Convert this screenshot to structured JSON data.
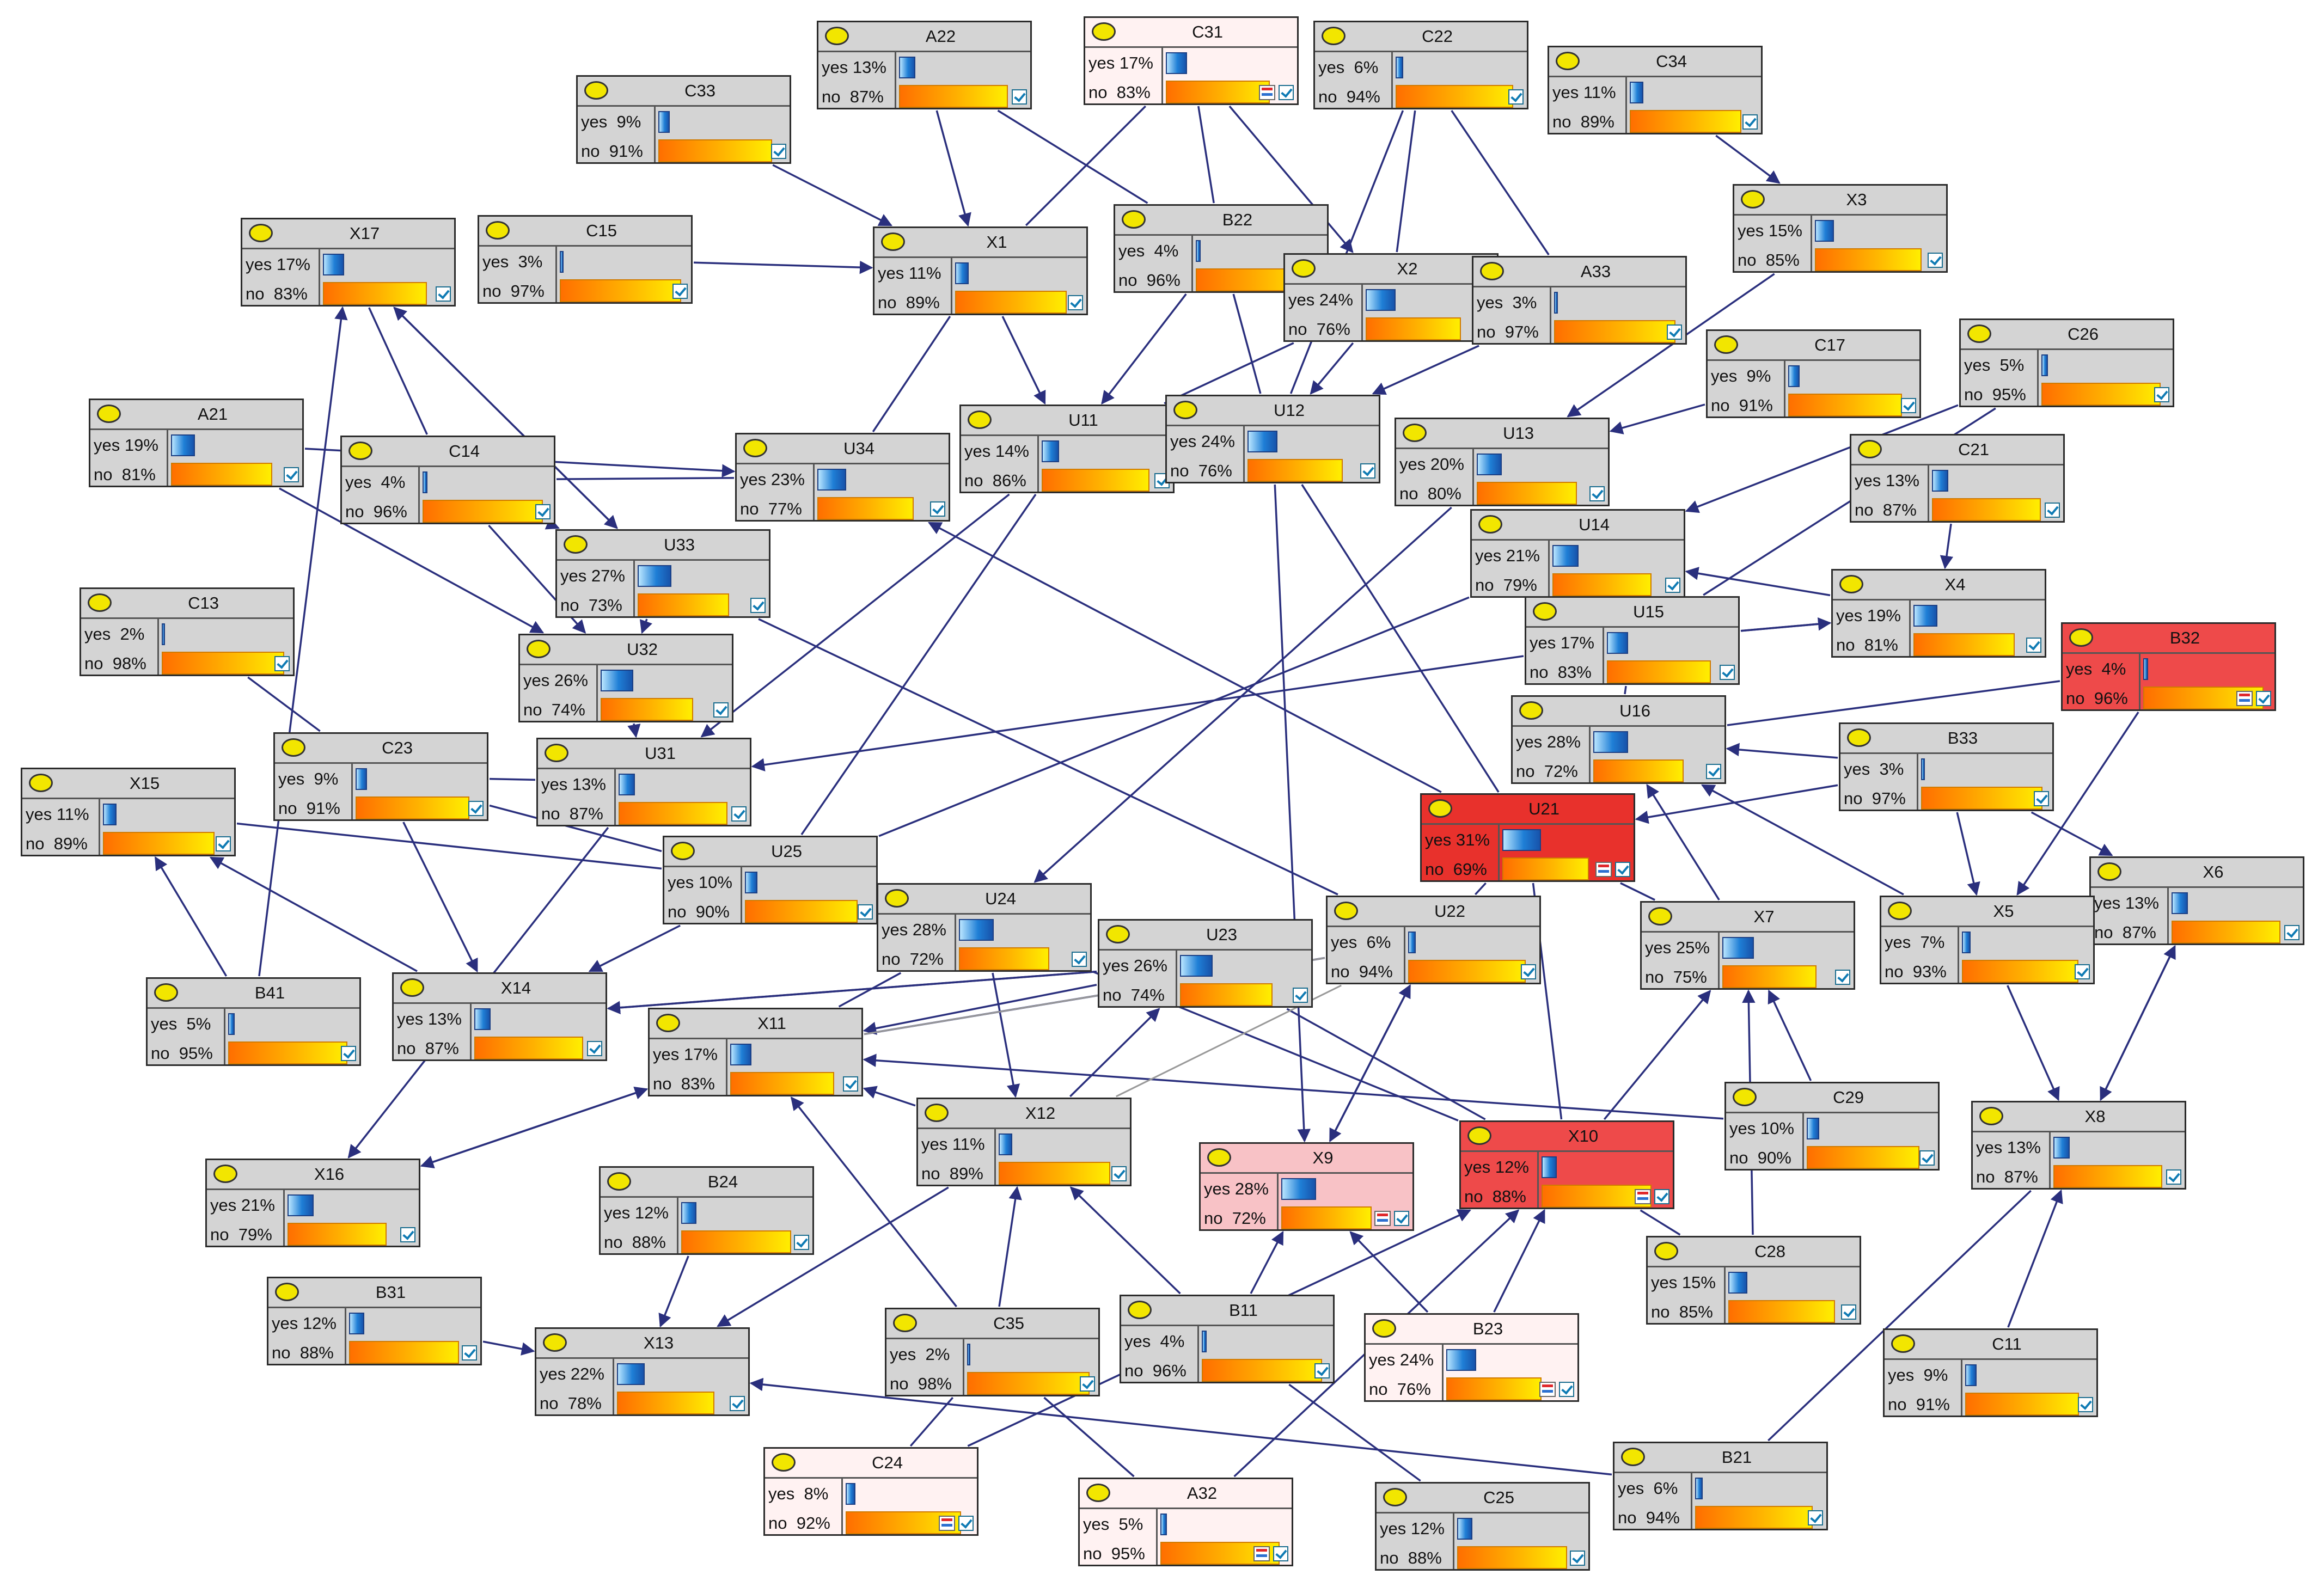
{
  "diagram": {
    "colors": {
      "edge": "#2a2f7d",
      "grey_edge": "#999999",
      "node_default": "#d4d4d4",
      "node_light": "#fff2f2",
      "node_pink": "#f8c2c6",
      "node_red": "#ee4a4a",
      "node_hot": "#e8312c"
    },
    "nodes": [
      {
        "id": "A22",
        "tone": "default",
        "yes": "yes 13%",
        "no": "no  87%",
        "p": 0.13,
        "flag": false
      },
      {
        "id": "C31",
        "tone": "light",
        "yes": "yes 17%",
        "no": "no  83%",
        "p": 0.17,
        "flag": true
      },
      {
        "id": "C22",
        "tone": "default",
        "yes": "yes  6%",
        "no": "no  94%",
        "p": 0.06,
        "flag": false
      },
      {
        "id": "C34",
        "tone": "default",
        "yes": "yes 11%",
        "no": "no  89%",
        "p": 0.11,
        "flag": false
      },
      {
        "id": "C33",
        "tone": "default",
        "yes": "yes  9%",
        "no": "no  91%",
        "p": 0.09,
        "flag": false
      },
      {
        "id": "X3",
        "tone": "default",
        "yes": "yes 15%",
        "no": "no  85%",
        "p": 0.15,
        "flag": false
      },
      {
        "id": "X17",
        "tone": "default",
        "yes": "yes 17%",
        "no": "no  83%",
        "p": 0.17,
        "flag": false
      },
      {
        "id": "C15",
        "tone": "default",
        "yes": "yes  3%",
        "no": "no  97%",
        "p": 0.03,
        "flag": false
      },
      {
        "id": "X1",
        "tone": "default",
        "yes": "yes 11%",
        "no": "no  89%",
        "p": 0.11,
        "flag": false
      },
      {
        "id": "B22",
        "tone": "default",
        "yes": "yes  4%",
        "no": "no  96%",
        "p": 0.04,
        "flag": false
      },
      {
        "id": "X2",
        "tone": "default",
        "yes": "yes 24%",
        "no": "no  76%",
        "p": 0.24,
        "flag": false
      },
      {
        "id": "A33",
        "tone": "default",
        "yes": "yes  3%",
        "no": "no  97%",
        "p": 0.03,
        "flag": false
      },
      {
        "id": "C17",
        "tone": "default",
        "yes": "yes  9%",
        "no": "no  91%",
        "p": 0.09,
        "flag": false
      },
      {
        "id": "C26",
        "tone": "default",
        "yes": "yes  5%",
        "no": "no  95%",
        "p": 0.05,
        "flag": false
      },
      {
        "id": "A21",
        "tone": "default",
        "yes": "yes 19%",
        "no": "no  81%",
        "p": 0.19,
        "flag": false
      },
      {
        "id": "C14",
        "tone": "default",
        "yes": "yes  4%",
        "no": "no  96%",
        "p": 0.04,
        "flag": false
      },
      {
        "id": "U34",
        "tone": "default",
        "yes": "yes 23%",
        "no": "no  77%",
        "p": 0.23,
        "flag": false
      },
      {
        "id": "U11",
        "tone": "default",
        "yes": "yes 14%",
        "no": "no  86%",
        "p": 0.14,
        "flag": false
      },
      {
        "id": "U12",
        "tone": "default",
        "yes": "yes 24%",
        "no": "no  76%",
        "p": 0.24,
        "flag": false
      },
      {
        "id": "U13",
        "tone": "default",
        "yes": "yes 20%",
        "no": "no  80%",
        "p": 0.2,
        "flag": false
      },
      {
        "id": "C21",
        "tone": "default",
        "yes": "yes 13%",
        "no": "no  87%",
        "p": 0.13,
        "flag": false
      },
      {
        "id": "U33",
        "tone": "default",
        "yes": "yes 27%",
        "no": "no  73%",
        "p": 0.27,
        "flag": false
      },
      {
        "id": "U14",
        "tone": "default",
        "yes": "yes 21%",
        "no": "no  79%",
        "p": 0.21,
        "flag": false
      },
      {
        "id": "X4",
        "tone": "default",
        "yes": "yes 19%",
        "no": "no  81%",
        "p": 0.19,
        "flag": false
      },
      {
        "id": "C13",
        "tone": "default",
        "yes": "yes  2%",
        "no": "no  98%",
        "p": 0.02,
        "flag": false
      },
      {
        "id": "U32",
        "tone": "default",
        "yes": "yes 26%",
        "no": "no  74%",
        "p": 0.26,
        "flag": false
      },
      {
        "id": "U15",
        "tone": "default",
        "yes": "yes 17%",
        "no": "no  83%",
        "p": 0.17,
        "flag": false
      },
      {
        "id": "B32",
        "tone": "red",
        "yes": "yes  4%",
        "no": "no  96%",
        "p": 0.04,
        "flag": true
      },
      {
        "id": "C23",
        "tone": "default",
        "yes": "yes  9%",
        "no": "no  91%",
        "p": 0.09,
        "flag": false
      },
      {
        "id": "U31",
        "tone": "default",
        "yes": "yes 13%",
        "no": "no  87%",
        "p": 0.13,
        "flag": false
      },
      {
        "id": "U16",
        "tone": "default",
        "yes": "yes 28%",
        "no": "no  72%",
        "p": 0.28,
        "flag": false
      },
      {
        "id": "B33",
        "tone": "default",
        "yes": "yes  3%",
        "no": "no  97%",
        "p": 0.03,
        "flag": false
      },
      {
        "id": "X15",
        "tone": "default",
        "yes": "yes 11%",
        "no": "no  89%",
        "p": 0.11,
        "flag": false
      },
      {
        "id": "U21",
        "tone": "hot",
        "yes": "yes 31%",
        "no": "no  69%",
        "p": 0.31,
        "flag": true
      },
      {
        "id": "U25",
        "tone": "default",
        "yes": "yes 10%",
        "no": "no  90%",
        "p": 0.1,
        "flag": false
      },
      {
        "id": "X6",
        "tone": "default",
        "yes": "yes 13%",
        "no": "no  87%",
        "p": 0.13,
        "flag": false
      },
      {
        "id": "U24",
        "tone": "default",
        "yes": "yes 28%",
        "no": "no  72%",
        "p": 0.28,
        "flag": false
      },
      {
        "id": "U22",
        "tone": "default",
        "yes": "yes  6%",
        "no": "no  94%",
        "p": 0.06,
        "flag": false
      },
      {
        "id": "X7",
        "tone": "default",
        "yes": "yes 25%",
        "no": "no  75%",
        "p": 0.25,
        "flag": false
      },
      {
        "id": "X5",
        "tone": "default",
        "yes": "yes  7%",
        "no": "no  93%",
        "p": 0.07,
        "flag": false
      },
      {
        "id": "U23",
        "tone": "default",
        "yes": "yes 26%",
        "no": "no  74%",
        "p": 0.26,
        "flag": false
      },
      {
        "id": "B41",
        "tone": "default",
        "yes": "yes  5%",
        "no": "no  95%",
        "p": 0.05,
        "flag": false
      },
      {
        "id": "X14",
        "tone": "default",
        "yes": "yes 13%",
        "no": "no  87%",
        "p": 0.13,
        "flag": false
      },
      {
        "id": "X11",
        "tone": "default",
        "yes": "yes 17%",
        "no": "no  83%",
        "p": 0.17,
        "flag": false
      },
      {
        "id": "C29",
        "tone": "default",
        "yes": "yes 10%",
        "no": "no  90%",
        "p": 0.1,
        "flag": false
      },
      {
        "id": "X8",
        "tone": "default",
        "yes": "yes 13%",
        "no": "no  87%",
        "p": 0.13,
        "flag": false
      },
      {
        "id": "X12",
        "tone": "default",
        "yes": "yes 11%",
        "no": "no  89%",
        "p": 0.11,
        "flag": false
      },
      {
        "id": "X9",
        "tone": "pink",
        "yes": "yes 28%",
        "no": "no  72%",
        "p": 0.28,
        "flag": true
      },
      {
        "id": "X10",
        "tone": "red",
        "yes": "yes 12%",
        "no": "no  88%",
        "p": 0.12,
        "flag": true
      },
      {
        "id": "X16",
        "tone": "default",
        "yes": "yes 21%",
        "no": "no  79%",
        "p": 0.21,
        "flag": false
      },
      {
        "id": "B24",
        "tone": "default",
        "yes": "yes 12%",
        "no": "no  88%",
        "p": 0.12,
        "flag": false
      },
      {
        "id": "C28",
        "tone": "default",
        "yes": "yes 15%",
        "no": "no  85%",
        "p": 0.15,
        "flag": false
      },
      {
        "id": "B31",
        "tone": "default",
        "yes": "yes 12%",
        "no": "no  88%",
        "p": 0.12,
        "flag": false
      },
      {
        "id": "C35",
        "tone": "default",
        "yes": "yes  2%",
        "no": "no  98%",
        "p": 0.02,
        "flag": false
      },
      {
        "id": "B11",
        "tone": "default",
        "yes": "yes  4%",
        "no": "no  96%",
        "p": 0.04,
        "flag": false
      },
      {
        "id": "B23",
        "tone": "light",
        "yes": "yes 24%",
        "no": "no  76%",
        "p": 0.24,
        "flag": true
      },
      {
        "id": "C11",
        "tone": "default",
        "yes": "yes  9%",
        "no": "no  91%",
        "p": 0.09,
        "flag": false
      },
      {
        "id": "X13",
        "tone": "default",
        "yes": "yes 22%",
        "no": "no  78%",
        "p": 0.22,
        "flag": false
      },
      {
        "id": "C24",
        "tone": "light",
        "yes": "yes  8%",
        "no": "no  92%",
        "p": 0.08,
        "flag": true
      },
      {
        "id": "A32",
        "tone": "light",
        "yes": "yes  5%",
        "no": "no  95%",
        "p": 0.05,
        "flag": true
      },
      {
        "id": "C25",
        "tone": "default",
        "yes": "yes 12%",
        "no": "no  88%",
        "p": 0.12,
        "flag": false
      },
      {
        "id": "B21",
        "tone": "default",
        "yes": "yes  6%",
        "no": "no  94%",
        "p": 0.06,
        "flag": false
      }
    ],
    "edges": [
      [
        "C33",
        "X1",
        true
      ],
      [
        "A22",
        "X1",
        true
      ],
      [
        "C15",
        "X1",
        true
      ],
      [
        "A22",
        "B22",
        false
      ],
      [
        "C31",
        "X1",
        false
      ],
      [
        "C31",
        "X2",
        true
      ],
      [
        "C31",
        "B22",
        false
      ],
      [
        "C22",
        "X2",
        false
      ],
      [
        "C22",
        "A33",
        false
      ],
      [
        "C34",
        "X3",
        true
      ],
      [
        "C22",
        "U12",
        false
      ],
      [
        "X1",
        "U11",
        true
      ],
      [
        "B22",
        "U11",
        true
      ],
      [
        "B22",
        "U12",
        false
      ],
      [
        "X2",
        "U12",
        true
      ],
      [
        "X2",
        "U11",
        false
      ],
      [
        "A33",
        "U12",
        true
      ],
      [
        "X3",
        "U13",
        true
      ],
      [
        "C17",
        "U13",
        true
      ],
      [
        "C26",
        "U14",
        true
      ],
      [
        "C26",
        "U15",
        false
      ],
      [
        "C21",
        "X4",
        true
      ],
      [
        "X4",
        "U14",
        true
      ],
      [
        "X4",
        "U15",
        false
      ],
      [
        "U15",
        "X4",
        true
      ],
      [
        "U15",
        "U31",
        true
      ],
      [
        "U15",
        "U16",
        false
      ],
      [
        "B33",
        "U16",
        true
      ],
      [
        "B33",
        "U21",
        true
      ],
      [
        "B32",
        "X5",
        true
      ],
      [
        "B33",
        "X5",
        true
      ],
      [
        "B33",
        "X6",
        true
      ],
      [
        "X5",
        "U16",
        true
      ],
      [
        "X7",
        "U16",
        true
      ],
      [
        "X7",
        "U21",
        false
      ],
      [
        "C29",
        "X7",
        true
      ],
      [
        "C28",
        "X7",
        true
      ],
      [
        "X10",
        "X7",
        true
      ],
      [
        "X6",
        "X8",
        true
      ],
      [
        "X8",
        "X6",
        true
      ],
      [
        "C11",
        "X8",
        true
      ],
      [
        "C29",
        "X11",
        true
      ],
      [
        "A21",
        "U34",
        true
      ],
      [
        "A21",
        "U32",
        true
      ],
      [
        "C14",
        "U33",
        true
      ],
      [
        "C14",
        "U32",
        true
      ],
      [
        "C14",
        "U34",
        false
      ],
      [
        "X17",
        "U33",
        true
      ],
      [
        "U33",
        "X17",
        true
      ],
      [
        "U33",
        "U32",
        true
      ],
      [
        "U32",
        "U31",
        true
      ],
      [
        "C13",
        "C23",
        false
      ],
      [
        "C23",
        "U31",
        false
      ],
      [
        "C23",
        "X14",
        true
      ],
      [
        "U31",
        "X16",
        true
      ],
      [
        "X15",
        "U25",
        false
      ],
      [
        "X14",
        "X15",
        true
      ],
      [
        "B41",
        "X15",
        true
      ],
      [
        "B41",
        "X17",
        true
      ],
      [
        "U25",
        "X14",
        true
      ],
      [
        "U24",
        "X12",
        true
      ],
      [
        "U23",
        "X11",
        true
      ],
      [
        "U23",
        "X14",
        true
      ],
      [
        "U24",
        "X11",
        false
      ],
      [
        "U22",
        "X9",
        true
      ],
      [
        "U21",
        "U34",
        true
      ],
      [
        "X11",
        "X16",
        true
      ],
      [
        "X16",
        "X11",
        true
      ],
      [
        "X12",
        "U23",
        true
      ],
      [
        "X12",
        "X11",
        true
      ],
      [
        "X12",
        "X13",
        true
      ],
      [
        "B24",
        "X13",
        true
      ],
      [
        "B31",
        "X13",
        true
      ],
      [
        "C35",
        "X11",
        true
      ],
      [
        "C35",
        "X12",
        true
      ],
      [
        "B11",
        "X12",
        true
      ],
      [
        "B11",
        "X9",
        true
      ],
      [
        "B23",
        "X9",
        true
      ],
      [
        "B23",
        "X10",
        true
      ],
      [
        "B21",
        "X13",
        true
      ],
      [
        "C24",
        "X10",
        true
      ],
      [
        "A32",
        "X10",
        true
      ],
      [
        "C28",
        "X10",
        false
      ],
      [
        "B21",
        "X8",
        false
      ],
      [
        "C25",
        "B11",
        false
      ],
      [
        "C24",
        "C35",
        false
      ],
      [
        "A32",
        "C35",
        false
      ],
      [
        "U12",
        "U21",
        false
      ],
      [
        "U11",
        "U25",
        false
      ],
      [
        "U12",
        "X9",
        true
      ],
      [
        "X9",
        "U22",
        true
      ],
      [
        "U22",
        "U21",
        false
      ],
      [
        "U14",
        "U25",
        false
      ],
      [
        "U13",
        "U24",
        true
      ],
      [
        "U34",
        "X1",
        false
      ],
      [
        "U33",
        "U22",
        false
      ],
      [
        "X10",
        "U21",
        false
      ],
      [
        "U11",
        "U31",
        true
      ],
      [
        "X11",
        "U22",
        false
      ],
      [
        "X14",
        "U23",
        false
      ],
      [
        "U23",
        "X10",
        false
      ],
      [
        "U24",
        "X10",
        false
      ],
      [
        "X5",
        "X8",
        true
      ],
      [
        "B32",
        "U16",
        false
      ],
      [
        "C23",
        "U25",
        false
      ],
      [
        "C14",
        "X17",
        false
      ]
    ]
  }
}
